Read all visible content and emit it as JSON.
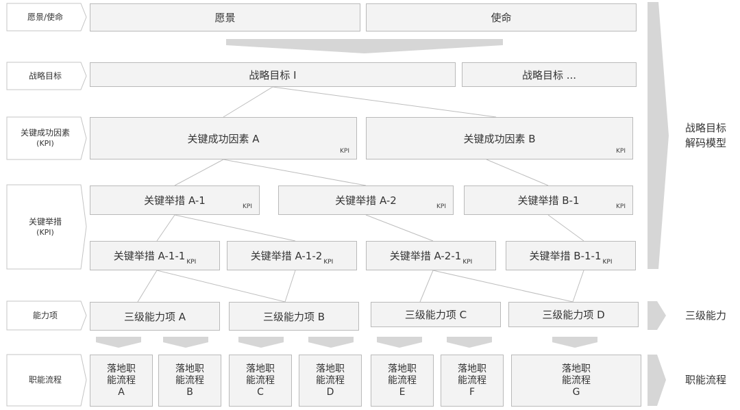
{
  "left_labels": {
    "vision_mission": "愿景/使命",
    "strategic_goal": "战略目标",
    "key_success_factor": "关键成功因素",
    "key_success_factor_sub": "(KPI)",
    "key_measure": "关键举措",
    "key_measure_sub": "(KPI)",
    "capability": "能力项",
    "process": "职能流程"
  },
  "vision": "愿景",
  "mission": "使命",
  "goals": [
    "战略目标 I",
    "战略目标 ..."
  ],
  "ksf": [
    "关键成功因素 A",
    "关键成功因素 B"
  ],
  "measures_l1": [
    "关键举措 A-1",
    "关键举措 A-2",
    "关键举措 B-1"
  ],
  "measures_l2": [
    "关键举措 A-1-1",
    "关键举措 A-1-2",
    "关键举措 A-2-1",
    "关键举措 B-1-1"
  ],
  "kpi_tag": "KPI",
  "capabilities": [
    "三级能力项 A",
    "三级能力项 B",
    "三级能力项 C",
    "三级能力项 D"
  ],
  "processes": [
    [
      "落地职",
      "能流程",
      "A"
    ],
    [
      "落地职",
      "能流程",
      "B"
    ],
    [
      "落地职",
      "能流程",
      "C"
    ],
    [
      "落地职",
      "能流程",
      "D"
    ],
    [
      "落地职",
      "能流程",
      "E"
    ],
    [
      "落地职",
      "能流程",
      "F"
    ],
    [
      "落地职",
      "能流程",
      "G"
    ]
  ],
  "right_labels": {
    "model_line1": "战略目标",
    "model_line2": "解码模型",
    "capability": "三级能力",
    "process": "职能流程"
  },
  "colors": {
    "box_fill": "#f3f3f3",
    "box_border": "#b9b9b9",
    "arrow": "#d6d6d6",
    "line": "#bdbdbd"
  }
}
